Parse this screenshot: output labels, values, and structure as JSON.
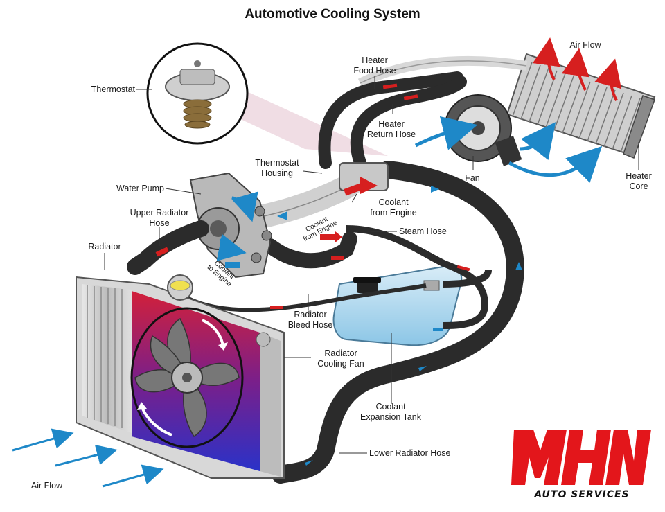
{
  "title": "Automotive Cooling System",
  "labels": {
    "thermostat": "Thermostat",
    "heater_food_hose_1": "Heater",
    "heater_food_hose_2": "Food Hose",
    "heater_return_hose_1": "Heater",
    "heater_return_hose_2": "Return Hose",
    "air_flow_top": "Air Flow",
    "fan": "Fan",
    "heater_core_1": "Heater",
    "heater_core_2": "Core",
    "thermostat_housing_1": "Thermostat",
    "thermostat_housing_2": "Housing",
    "water_pump": "Water Pump",
    "coolant_from_engine_1": "Coolant",
    "coolant_from_engine_2": "from Engine",
    "upper_radiator_hose_1": "Upper Radiator",
    "upper_radiator_hose_2": "Hose",
    "coolant_from_engine_small_1": "Coolant",
    "coolant_from_engine_small_2": "from Engine",
    "steam_hose": "Steam Hose",
    "radiator": "Radiator",
    "coolant_to_engine_1": "Coolant",
    "coolant_to_engine_2": "to Engine",
    "radiator_bleed_hose_1": "Radiator",
    "radiator_bleed_hose_2": "Bleed Hose",
    "radiator_cooling_fan_1": "Radiator",
    "radiator_cooling_fan_2": "Cooling Fan",
    "coolant_expansion_tank_1": "Coolant",
    "coolant_expansion_tank_2": "Expansion Tank",
    "lower_radiator_hose": "Lower Radiator Hose",
    "air_flow_bottom": "Air Flow"
  },
  "logo": {
    "mark": "MHN",
    "subtitle": "AUTO SERVICES",
    "color": "#e3161b"
  },
  "colors": {
    "hose": "#2b2b2b",
    "hot_arrow": "#d61f1f",
    "cold_arrow": "#1e88c8",
    "tank": "#a9d4ec",
    "radiator_hot": "#d2203a",
    "radiator_cold": "#2a32c8"
  }
}
